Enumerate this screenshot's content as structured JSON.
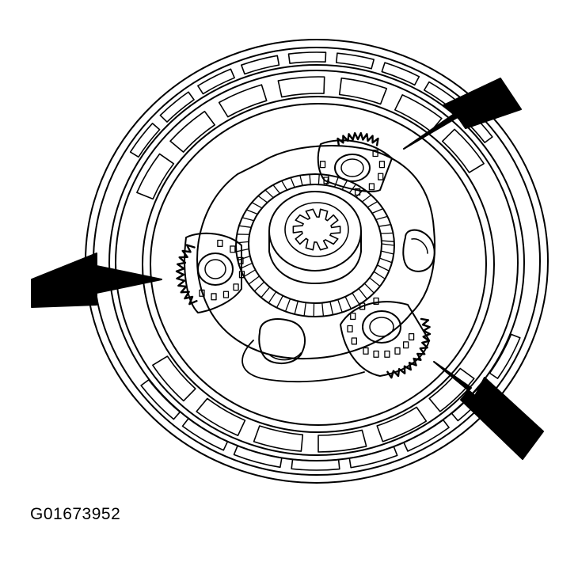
{
  "figure": {
    "id_label": "G01673952",
    "line_color": "#000000",
    "background": "#ffffff",
    "callout_count": 3,
    "planet_gear_count": 3
  }
}
